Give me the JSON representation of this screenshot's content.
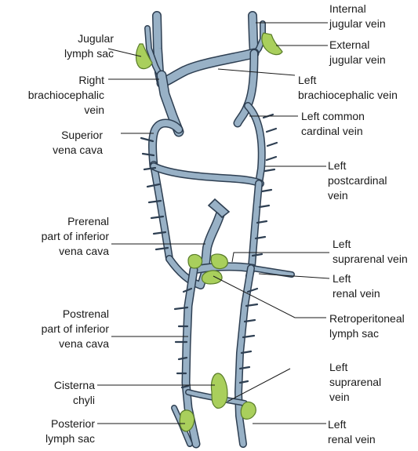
{
  "colors": {
    "vein_fill": "#98b1c6",
    "vein_outline": "#2e3f52",
    "lymph_sac": "#a9cf5c",
    "leader": "#1a1a1a"
  },
  "labels": {
    "jugular_lymph_sac": "Jugular\nlymph sac",
    "right_brachiocephalic_vein": "Right\nbrachiocephalic\nvein",
    "superior_vena_cava": "Superior\nvena cava",
    "prerenal_ivc": "Prerenal\npart of inferior\nvena cava",
    "postrenal_ivc": "Postrenal\npart of inferior\nvena cava",
    "cisterna_chyli": "Cisterna\nchyli",
    "posterior_lymph_sac": "Posterior\nlymph sac",
    "internal_jugular_vein": "Internal\njugular vein",
    "external_jugular_vein": "External\njugular vein",
    "left_brachiocephalic_vein": "Left\nbrachiocephalic vein",
    "left_common_cardinal_vein": "Left common\ncardinal vein",
    "left_postcardinal_vein": "Left\npostcardinal\nvein",
    "left_suprarenal_vein_upper": "Left\nsuprarenal vein",
    "left_renal_vein_upper": "Left\nrenal vein",
    "retroperitoneal_lymph_sac": "Retroperitoneal\nlymph sac",
    "left_suprarenal_vein_lower": "Left\nsuprarenal\nvein",
    "left_renal_vein_lower": "Left\nrenal vein"
  }
}
